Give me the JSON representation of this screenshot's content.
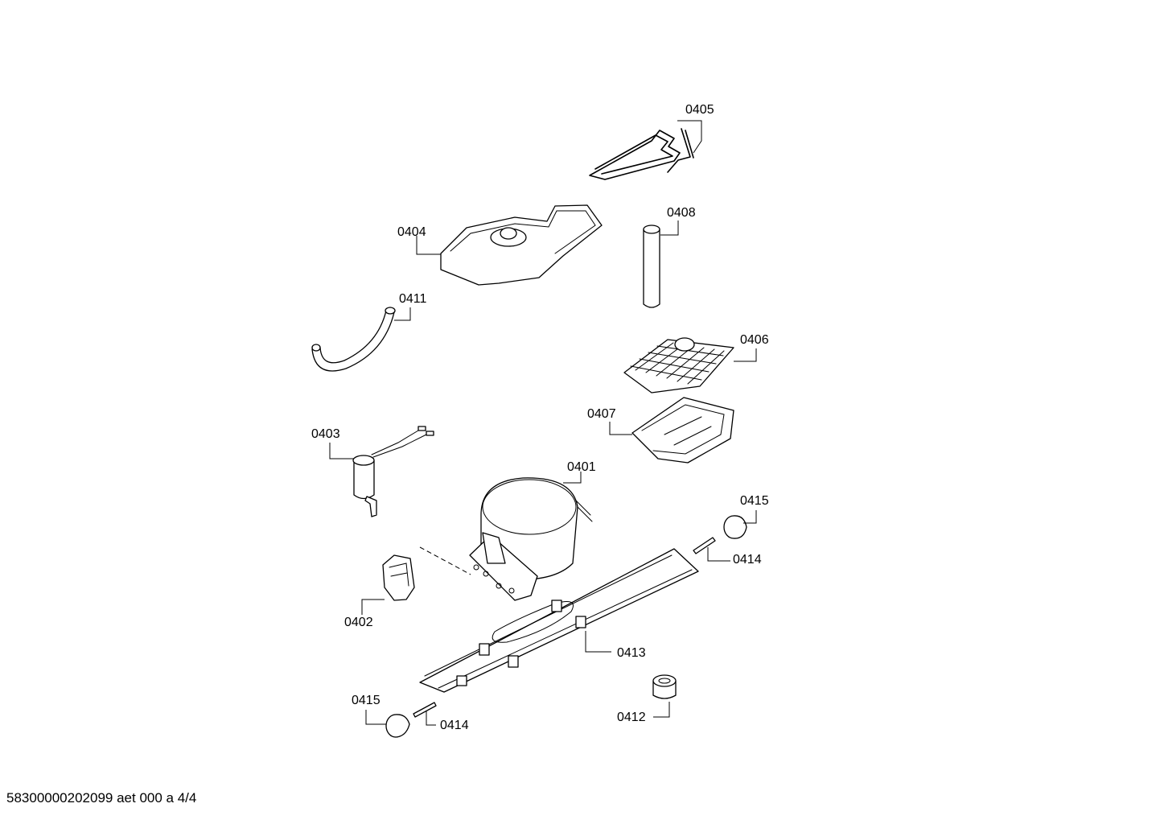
{
  "labels": {
    "p0405": "0405",
    "p0404": "0404",
    "p0408": "0408",
    "p0411": "0411",
    "p0406": "0406",
    "p0407": "0407",
    "p0403": "0403",
    "p0401": "0401",
    "p0415_top": "0415",
    "p0414_top": "0414",
    "p0402": "0402",
    "p0413": "0413",
    "p0415_bottom": "0415",
    "p0414_bottom": "0414",
    "p0412": "0412"
  },
  "footer": "58300000202099 aet 000 a 4/4"
}
